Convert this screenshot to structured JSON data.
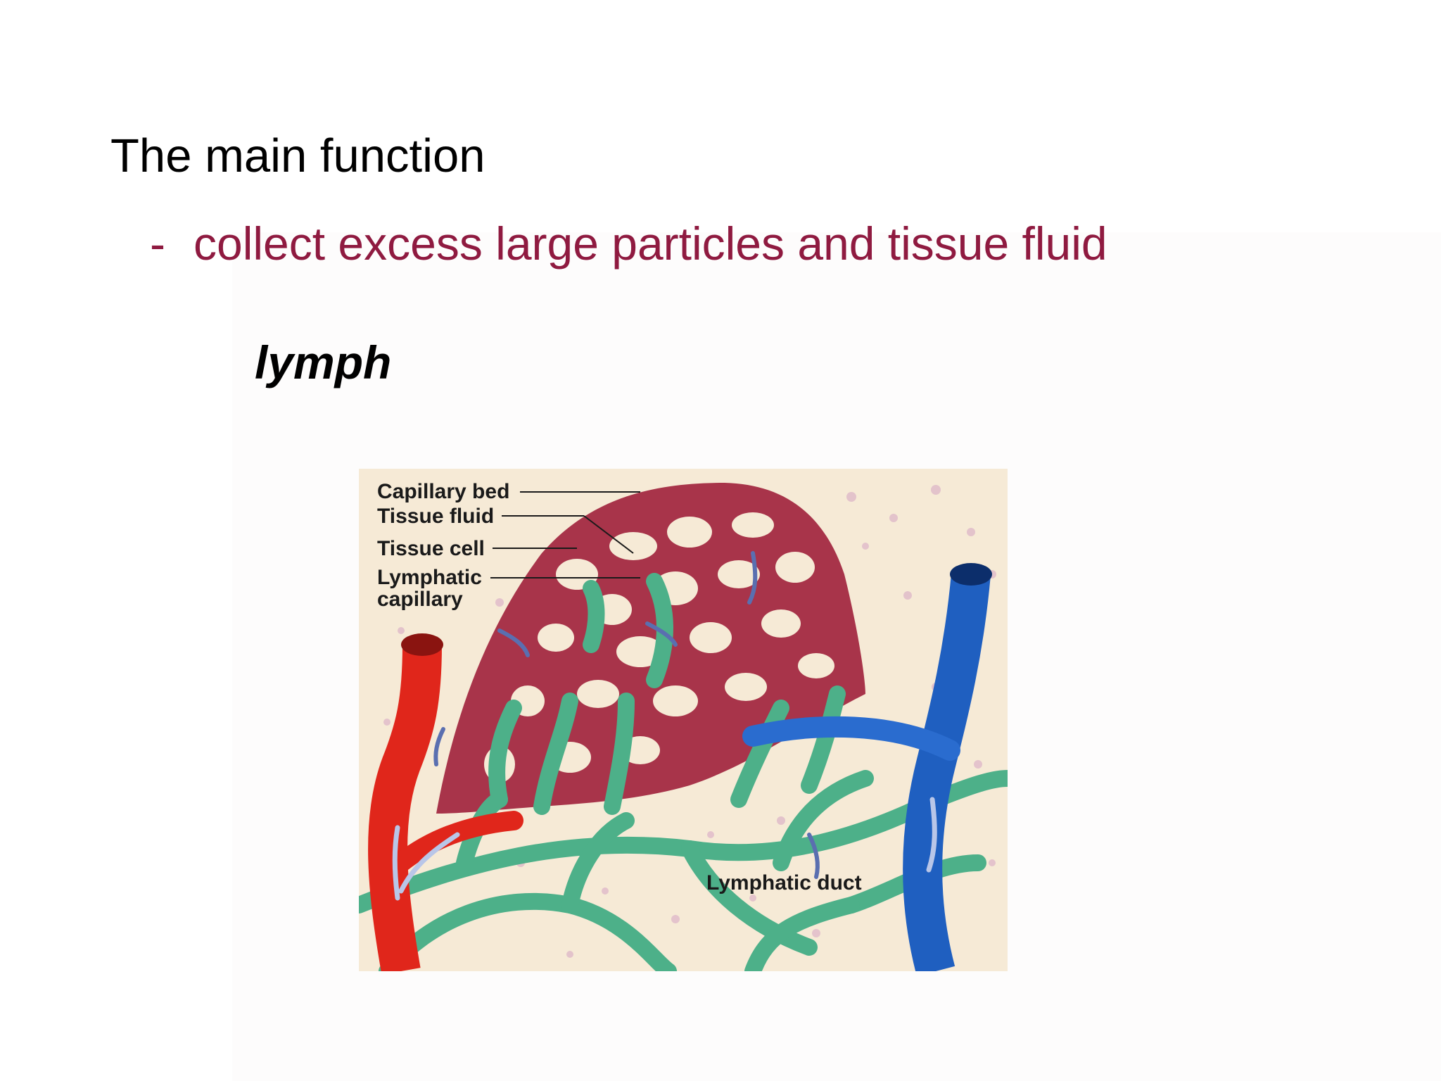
{
  "slide": {
    "heading": "The main function",
    "bullet_dash": "-",
    "bullet_text": "collect excess large particles and tissue fluid",
    "term": "lymph"
  },
  "figure": {
    "labels": {
      "capillary_bed": "Capillary bed",
      "tissue_fluid": "Tissue fluid",
      "tissue_cell": "Tissue cell",
      "lymphatic_capillary_line1": "Lymphatic",
      "lymphatic_capillary_line2": "capillary",
      "lymphatic_duct": "Lymphatic duct"
    },
    "colors": {
      "artery": "#e0261b",
      "vein": "#1f5fc0",
      "capillary_bed": "#a8344a",
      "lymph_vessel": "#4db089",
      "tissue_background": "#f6ead6",
      "text_accent": "#8f1a40"
    }
  }
}
